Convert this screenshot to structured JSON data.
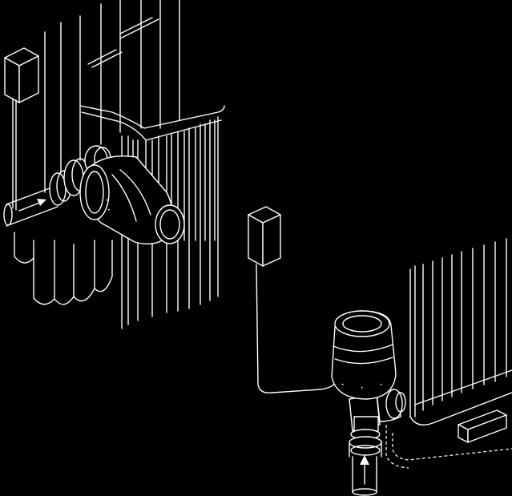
{
  "figure": {
    "background": "#000000",
    "line_color": "#ffffff"
  },
  "scene_left": {
    "components": [
      "radiator",
      "thermostatic-valve-head-horizontal",
      "wall-sensor-box",
      "flow-arrow"
    ]
  },
  "scene_right": {
    "components": [
      "radiator",
      "thermostatic-valve-head-vertical",
      "wall-sensor-box",
      "flow-arrow"
    ]
  }
}
